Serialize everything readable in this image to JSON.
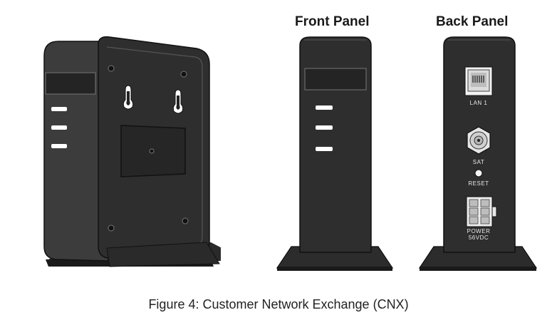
{
  "headings": {
    "front": "Front Panel",
    "back": "Back Panel"
  },
  "back_panel_labels": {
    "lan": "LAN 1",
    "sat": "SAT",
    "reset": "RESET",
    "power_line1": "POWER",
    "power_line2": "56VDC"
  },
  "caption": "Figure 4: Customer Network Exchange (CNX)",
  "colors": {
    "body": "#2f2f2f",
    "body_dark": "#1d1d1d",
    "body_light": "#4a4a4a",
    "indicator": "#ffffff"
  }
}
